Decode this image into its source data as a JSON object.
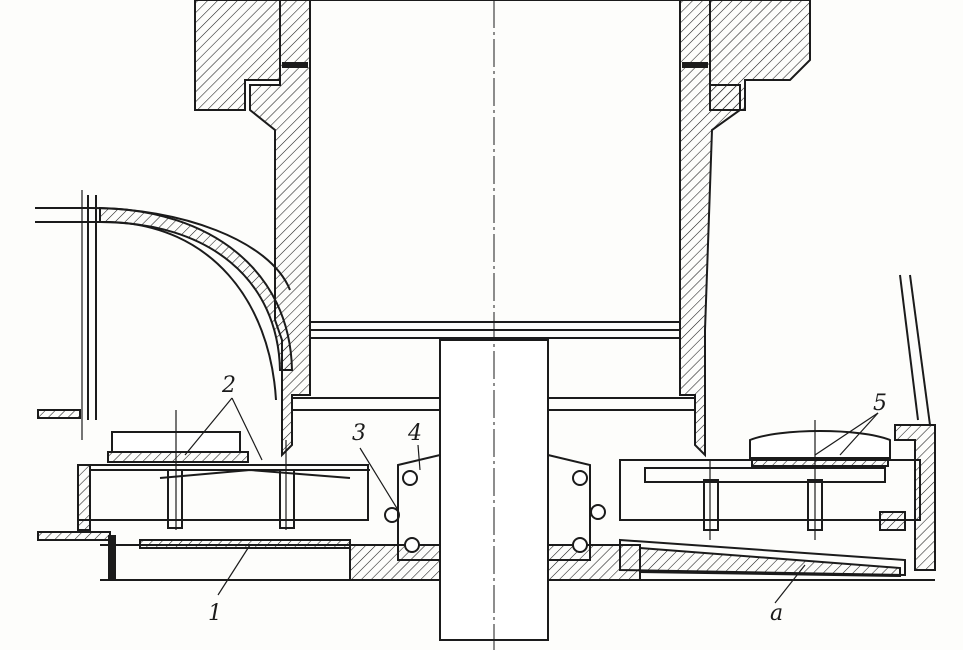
{
  "labels": {
    "l1": "1",
    "l2": "2",
    "l3": "3",
    "l4": "4",
    "l5": "5",
    "la": "a"
  }
}
